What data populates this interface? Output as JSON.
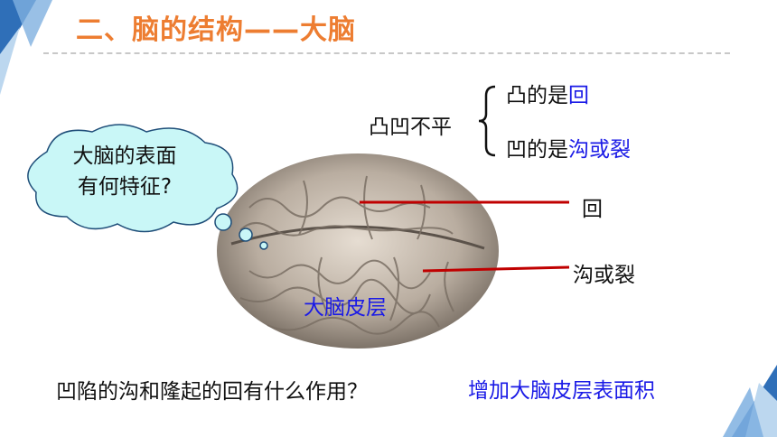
{
  "slide": {
    "title": "二、脑的结构——大脑",
    "cloud": {
      "line1": "大脑的表面",
      "line2": "有何特征?"
    },
    "brace_label": "凸凹不平",
    "convex": {
      "prefix": "凸的是",
      "term": "回"
    },
    "concave": {
      "prefix": "凹的是",
      "term": "沟或裂"
    },
    "pointer_gyrus": "回",
    "pointer_sulcus": "沟或裂",
    "cortex_label": "大脑皮层",
    "question": "凹陷的沟和隆起的回有什么作用？",
    "answer": "增加大脑皮层表面积",
    "colors": {
      "title": "#ED7D31",
      "accent_blue": "#1a1ae6",
      "pointer_line": "#c00000",
      "cloud_fill": "#c9f7f7",
      "corner_blue": "#4a86c8"
    }
  }
}
